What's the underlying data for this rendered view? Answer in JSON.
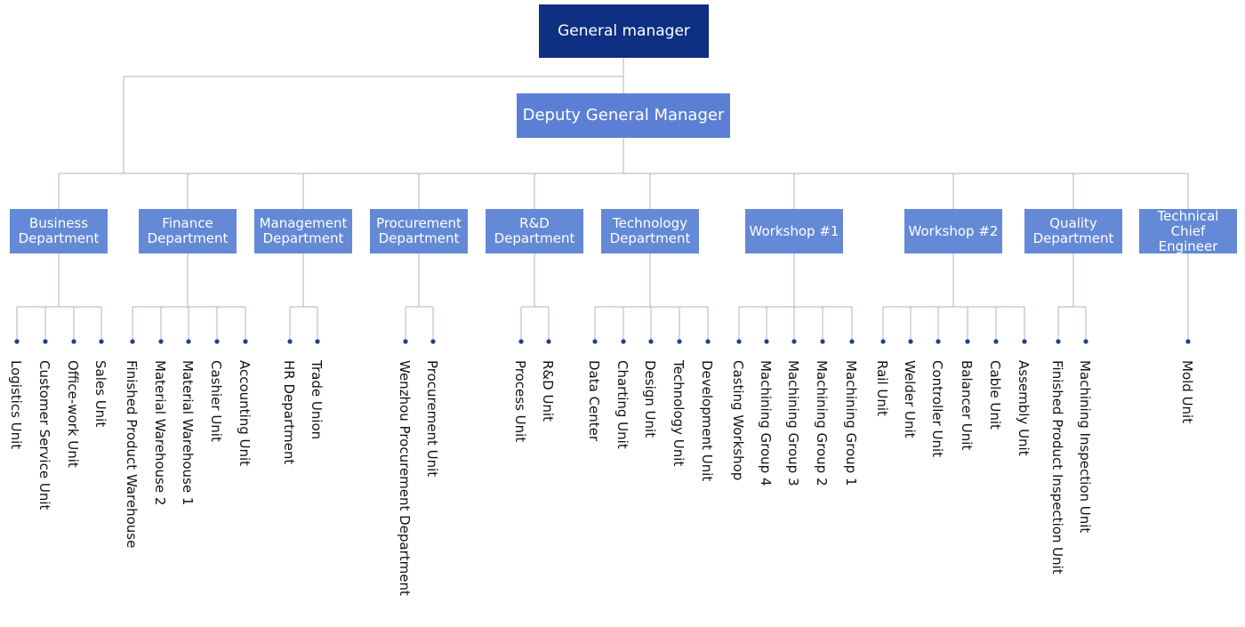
{
  "general_manager": "General manager",
  "deputy_general_manager": "Deputy General Manager",
  "departments": [
    {
      "label": "Business\nDepartment",
      "units": [
        "Logistics Unit",
        "Customer Service Unit",
        "Office-work Unit",
        "Sales Unit"
      ]
    },
    {
      "label": "Finance\nDepartment",
      "units": [
        "Finished Product Warehouse",
        "Material Warehouse 2",
        "Material Warehouse 1",
        "Cashier Unit",
        "Accounting Unit"
      ]
    },
    {
      "label": "Management\nDepartment",
      "units": [
        "HR Department",
        "Trade Union"
      ]
    },
    {
      "label": "Procurement\nDepartment",
      "units": [
        "Wenzhou Procurement Department",
        "Procurement Unit"
      ]
    },
    {
      "label": "R&D\nDepartment",
      "units": [
        "Process Unit",
        "R&D Unit"
      ]
    },
    {
      "label": "Technology\nDepartment",
      "units": [
        "Data Center",
        "Charting Unit",
        "Design Unit",
        "Technology Unit",
        "Development Unit"
      ]
    },
    {
      "label": "Workshop #1",
      "units": [
        "Casting Workshop",
        "Machining Group 4",
        "Machining Group 3",
        "Machining Group 2",
        "Machining Group 1"
      ]
    },
    {
      "label": "Workshop #2",
      "units": [
        "Rail Unit",
        "Welder Unit",
        "Controller Unit",
        "Balancer Unit",
        "Cable Unit",
        "Assembly Unit"
      ]
    },
    {
      "label": "Quality\nDepartment",
      "units": [
        "Finished Product Inspection Unit",
        "Machining Inspection Unit"
      ]
    },
    {
      "label": "Technical\nChief Engineer",
      "units": [
        "Mold Unit"
      ]
    }
  ],
  "colors": {
    "general_manager_box": "#0e2f82",
    "deputy_box": "#5b7fd4",
    "department_box": "#6489d6",
    "connector_line": "#a9b6c6",
    "unit_dot": "#1f3f8a"
  }
}
